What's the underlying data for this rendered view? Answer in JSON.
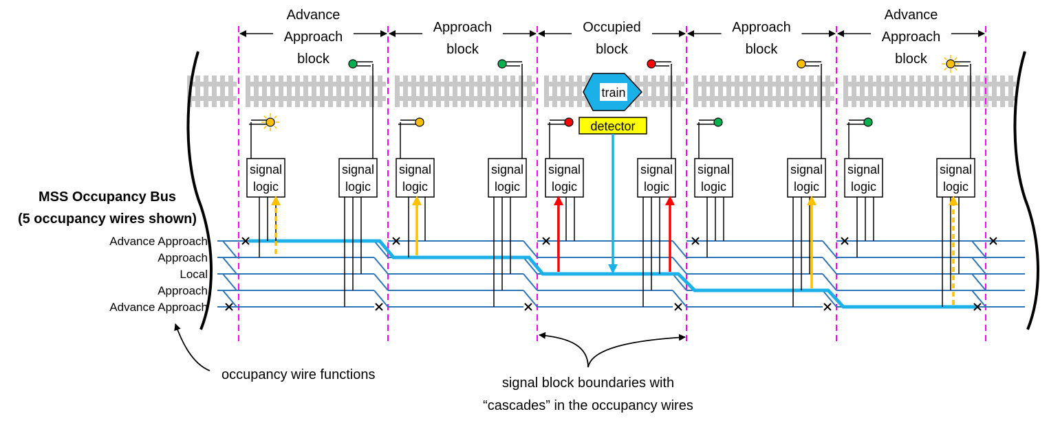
{
  "bus": {
    "title_line1": "MSS Occupancy Bus",
    "title_line2": "(5 occupancy wires shown)",
    "wires": [
      "Advance Approach",
      "Approach",
      "Local",
      "Approach",
      "Advance Approach"
    ]
  },
  "blocks": [
    {
      "lines": [
        "Advance",
        "Approach",
        "block"
      ]
    },
    {
      "lines": [
        "Approach",
        "block"
      ]
    },
    {
      "lines": [
        "Occupied",
        "block"
      ]
    },
    {
      "lines": [
        "Approach",
        "block"
      ]
    },
    {
      "lines": [
        "Advance",
        "Approach",
        "block"
      ]
    }
  ],
  "signal_logic": {
    "line1": "signal",
    "line2": "logic"
  },
  "train_label": "train",
  "detector_label": "detector",
  "annotations": {
    "wire_functions": "occupancy wire functions",
    "boundaries_line1": "signal block boundaries with",
    "boundaries_line2": "“cascades” in the occupancy wires"
  },
  "colors": {
    "wire": "#2E75B6",
    "occupancy": "#1BB0E8",
    "boundary": "#FF00FF",
    "red": "#FF0000",
    "yellow": "#FFC000",
    "green": "#00B050",
    "rail": "#C8C8C8",
    "detector_fill": "#FFFF00",
    "train_fill": "#1BB0E8"
  },
  "signal_aspects": {
    "track": [
      "green",
      "green",
      "red",
      "yellow",
      "yellow-lit"
    ],
    "lower": [
      "yellow-lit",
      "yellow",
      "red",
      "green",
      "green"
    ]
  }
}
